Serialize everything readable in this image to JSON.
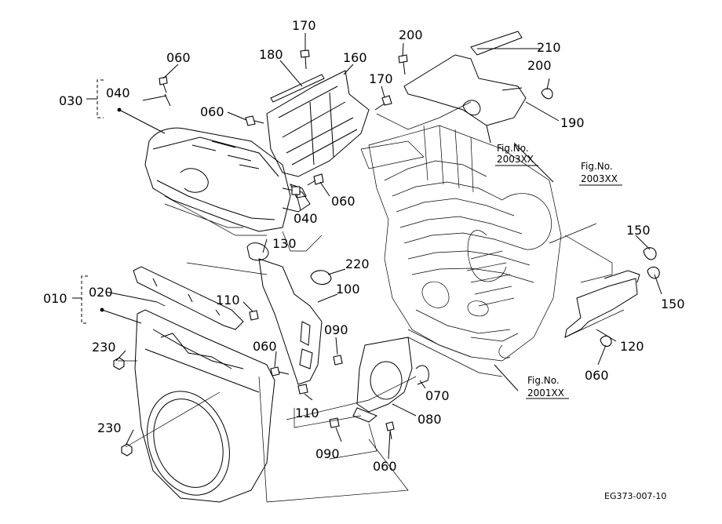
{
  "labels": {
    "l010": "010",
    "l020": "020",
    "l030": "030",
    "l040a": "040",
    "l040b": "040",
    "l060a": "060",
    "l060b": "060",
    "l060c": "060",
    "l060d": "060",
    "l060e": "060",
    "l060f": "060",
    "l070": "070",
    "l080": "080",
    "l090a": "090",
    "l090b": "090",
    "l100": "100",
    "l110a": "110",
    "l110b": "110",
    "l120": "120",
    "l130": "130",
    "l150a": "150",
    "l150b": "150",
    "l160": "160",
    "l170a": "170",
    "l170b": "170",
    "l180": "180",
    "l190": "190",
    "l200a": "200",
    "l200b": "200",
    "l210": "210",
    "l220": "220",
    "l230a": "230",
    "l230b": "230"
  },
  "figrefs": {
    "f1_title": "Fig.No.",
    "f1_num": "2003XX",
    "f2_title": "Fig.No.",
    "f2_num": "2003XX",
    "f3_title": "Fig.No.",
    "f3_num": "2001XX"
  },
  "drawing_code": "EG373-007-10"
}
